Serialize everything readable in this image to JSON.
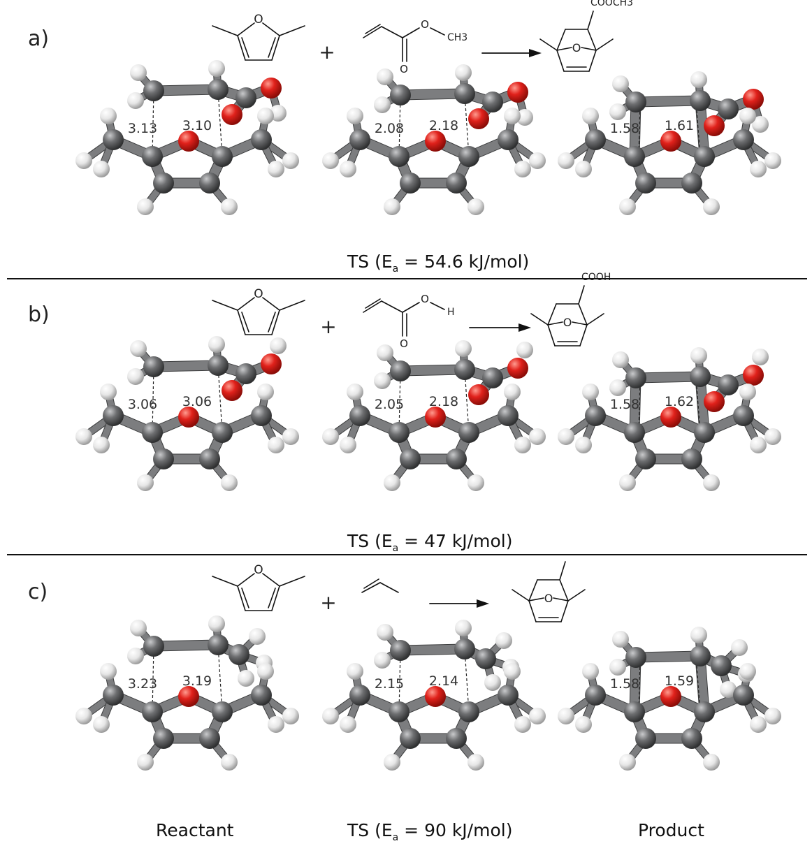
{
  "panels": [
    {
      "label": "a)",
      "reactant2_oxygen_labels": [
        "O",
        "O"
      ],
      "reactant2_group": "CH3",
      "product_group": "COOCH3",
      "furan_oxygen": "O",
      "product_oxygen": "O",
      "plus": "+",
      "distances": {
        "reactant": [
          "3.13",
          "3.10"
        ],
        "ts": [
          "2.08",
          "2.18"
        ],
        "product": [
          "1.58",
          "1.61"
        ]
      },
      "ts_caption": {
        "prefix": "TS (E",
        "sub": "a",
        "suffix": " = 54.6 kJ/mol)"
      }
    },
    {
      "label": "b)",
      "reactant2_oxygen_labels": [
        "O",
        "O"
      ],
      "reactant2_group": "H",
      "product_group": "COOH",
      "furan_oxygen": "O",
      "product_oxygen": "O",
      "plus": "+",
      "distances": {
        "reactant": [
          "3.06",
          "3.06"
        ],
        "ts": [
          "2.05",
          "2.18"
        ],
        "product": [
          "1.58",
          "1.62"
        ]
      },
      "ts_caption": {
        "prefix": "TS (E",
        "sub": "a",
        "suffix": " = 47 kJ/mol)"
      }
    },
    {
      "label": "c)",
      "reactant2_oxygen_labels": [],
      "reactant2_group": "",
      "product_group": "",
      "furan_oxygen": "O",
      "product_oxygen": "O",
      "plus": "+",
      "distances": {
        "reactant": [
          "3.23",
          "3.19"
        ],
        "ts": [
          "2.15",
          "2.14"
        ],
        "product": [
          "1.58",
          "1.59"
        ]
      },
      "ts_caption": {
        "prefix": "TS (E",
        "sub": "a",
        "suffix": " = 90 kJ/mol)"
      }
    }
  ],
  "column_labels": {
    "reactant": "Reactant",
    "product": "Product"
  },
  "colors": {
    "carbon": "#6d6e70",
    "oxygen": "#e0211b",
    "hydrogen": "#eeeeee",
    "line": "#111111"
  }
}
